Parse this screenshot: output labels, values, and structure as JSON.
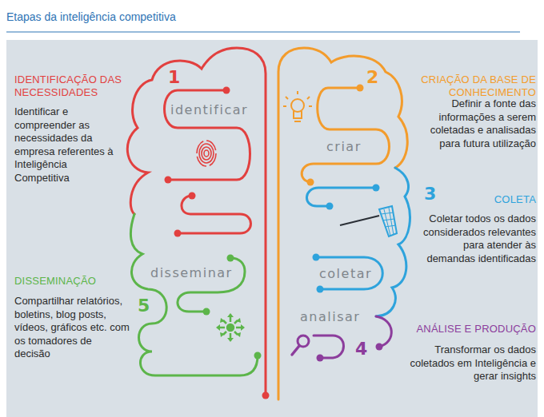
{
  "diagram": {
    "title": "Etapas da inteligência competitiva",
    "labels": [
      "1",
      "identificar",
      "IDENTIFICAÇÃO DAS NECESSIDADES",
      "Identificar e compreender as necessidades da empresa referentes à Inteligência Competitiva",
      "2",
      "criar",
      "CRIAÇÃO DA BASE DE CONHECIMENTO",
      "Definir a fonte das informações a serem coletadas e analisadas para futura utilização",
      "3",
      "coletar",
      "COLETA",
      "Coletar todos os dados considerados relevantes para atender às demandas identificadas",
      "4",
      "analisar",
      "ANÁLISE E PRODUÇÃO",
      "Transformar os dados coletados em Inteligência e gerar insights",
      "5",
      "disseminar",
      "DISSEMINAÇÃO",
      "Compartilhar relatórios, boletins, blog posts, vídeos, gráficos etc. com os tomadores de decisão"
    ]
  }
}
